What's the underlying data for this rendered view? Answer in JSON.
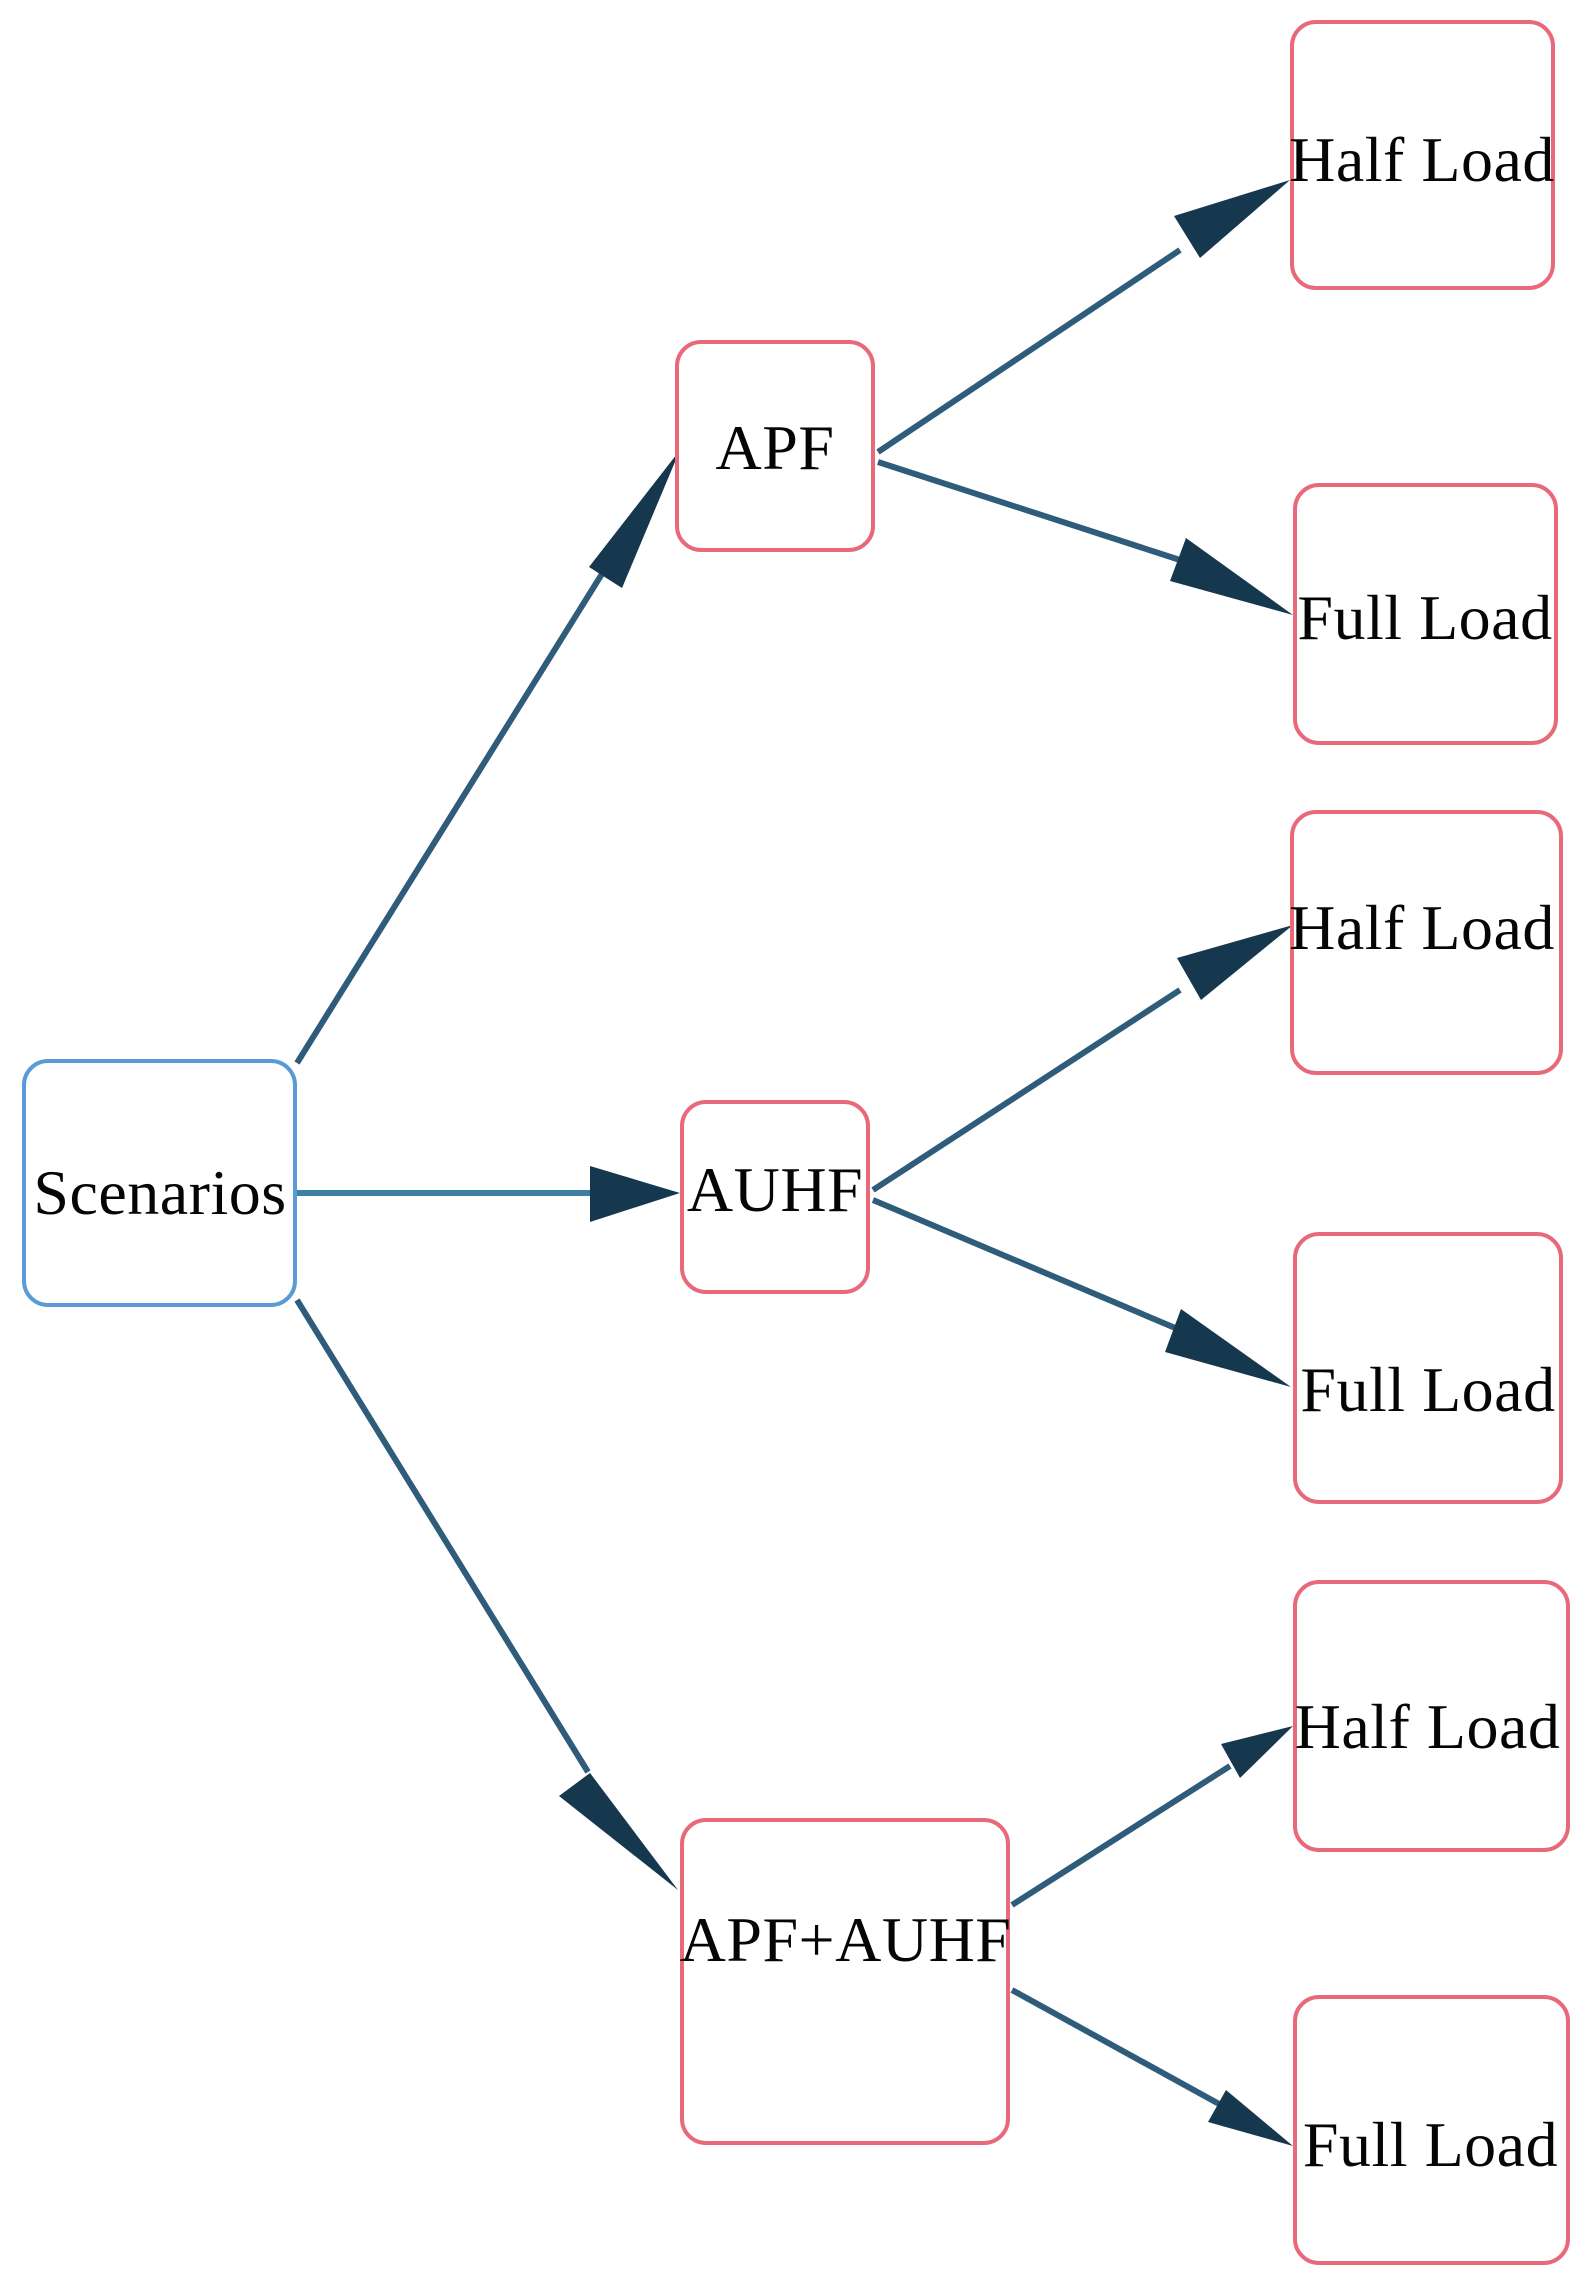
{
  "diagram": {
    "type": "tree-flowchart",
    "orientation": "left-to-right",
    "background_color": "#ffffff",
    "root_node_border_color": "#5b9bd5",
    "branch_node_border_color": "#e8697a",
    "leaf_node_border_color": "#e8697a",
    "edge_color": "#2e5c7a",
    "text_color": "#050505",
    "root": {
      "id": "scenarios",
      "label": "Scenarios"
    },
    "branches": [
      {
        "id": "apf",
        "label": "APF",
        "children": [
          {
            "id": "apf-half",
            "label": "Half Load"
          },
          {
            "id": "apf-full",
            "label": "Full Load"
          }
        ]
      },
      {
        "id": "auhf",
        "label": "AUHF",
        "children": [
          {
            "id": "auhf-half",
            "label": "Half Load"
          },
          {
            "id": "auhf-full",
            "label": "Full Load"
          }
        ]
      },
      {
        "id": "apf-auhf",
        "label": "APF+AUHF",
        "children": [
          {
            "id": "apf-auhf-half",
            "label": "Half Load"
          },
          {
            "id": "apf-auhf-full",
            "label": "Full Load"
          }
        ]
      }
    ]
  }
}
